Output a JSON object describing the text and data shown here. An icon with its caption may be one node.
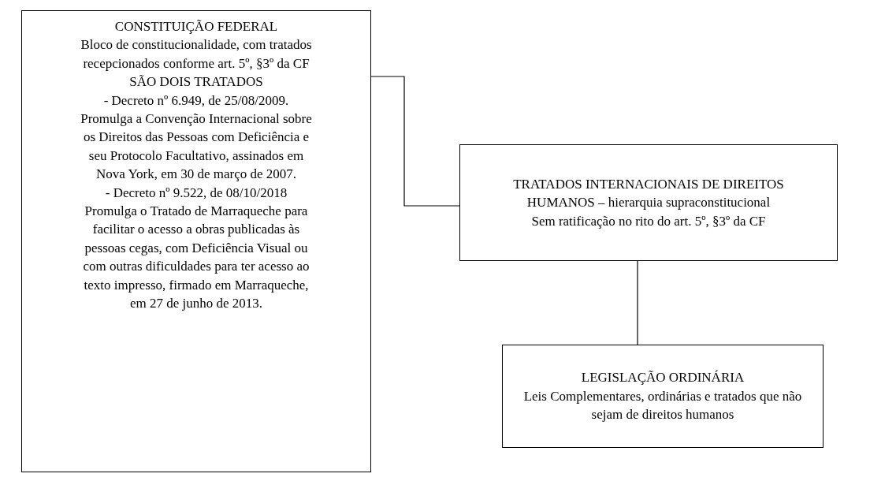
{
  "diagram": {
    "nodes": [
      {
        "text": [
          "CONSTITUIÇÃO FEDERAL",
          "Bloco de constitucionalidade, com tratados recepcionados conforme art. 5º, §3º da CF",
          "SÃO DOIS TRATADOS",
          "- Decreto nº 6.949, de 25/08/2009.",
          "Promulga a Convenção Internacional sobre os Direitos das Pessoas com Deficiência e seu Protocolo Facultativo, assinados em Nova York, em 30 de março de 2007.",
          "- Decreto nº 9.522, de 08/10/2018",
          "Promulga o Tratado de Marraqueche para facilitar o acesso a obras publicadas às pessoas cegas, com Deficiência Visual ou com outras dificuldades para ter acesso ao texto impresso, firmado em Marraqueche, em 27 de junho de 2013."
        ]
      },
      {
        "text": [
          "TRATADOS INTERNACIONAIS DE DIREITOS HUMANOS – hierarquia supraconstitucional",
          "Sem ratificação no rito do art. 5º, §3º da CF"
        ]
      },
      {
        "text": [
          "LEGISLAÇÃO ORDINÁRIA",
          "Leis Complementares, ordinárias e tratados que não sejam de direitos humanos"
        ]
      }
    ],
    "edges": [
      {
        "from": 0,
        "to": 1,
        "arrow": "none"
      },
      {
        "from": 1,
        "to": 2,
        "arrow": "none"
      }
    ]
  }
}
